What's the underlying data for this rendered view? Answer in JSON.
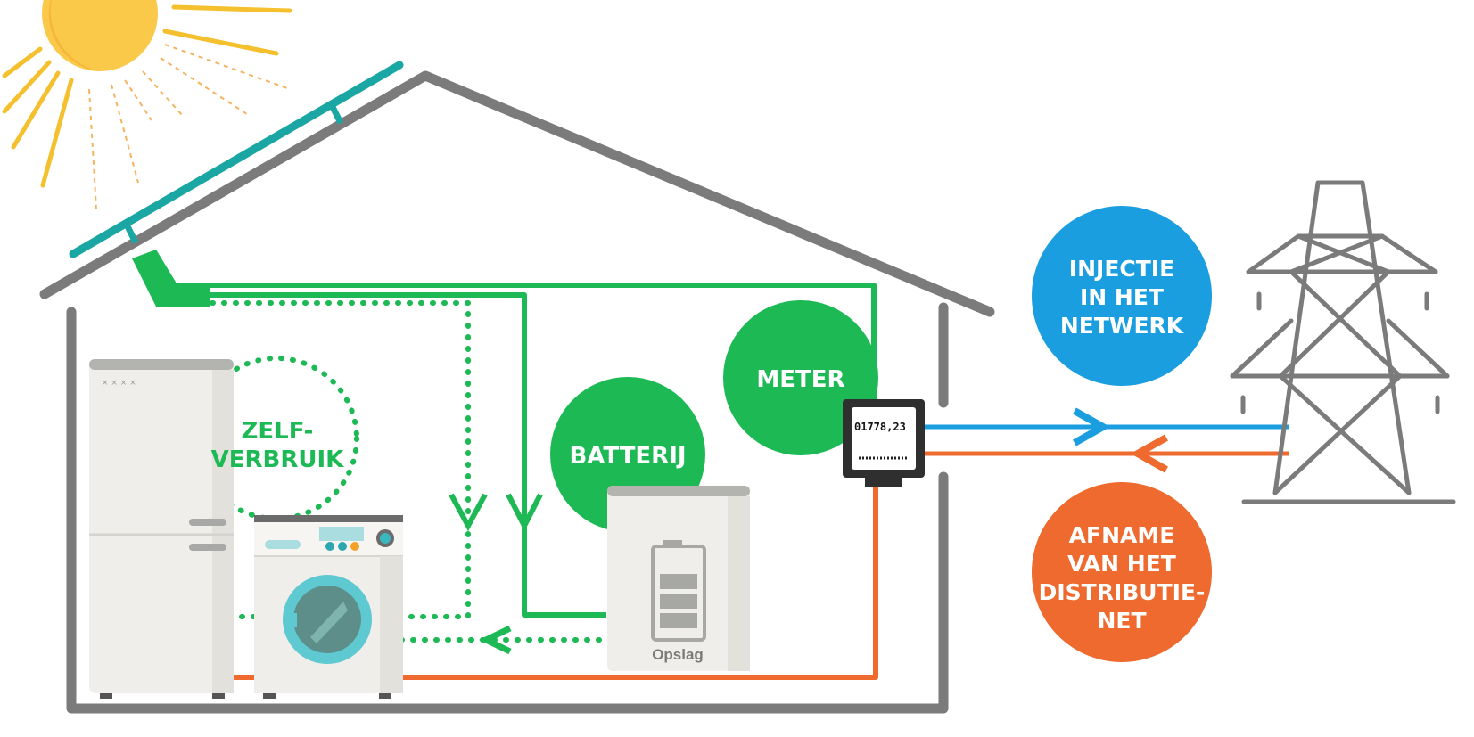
{
  "labels": {
    "zelf_line1": "ZELF-",
    "zelf_line2": "VERBRUIK",
    "batterij": "BATTERIJ",
    "meter": "METER",
    "injectie_line1": "INJECTIE",
    "injectie_line2": "IN HET",
    "injectie_line3": "NETWERK",
    "afname_line1": "AFNAME",
    "afname_line2": "VAN HET",
    "afname_line3": "DISTRIBUTIE-",
    "afname_line4": "NET",
    "opslag": "Opslag",
    "meter_reading": "01778,23"
  },
  "colors": {
    "green": "#1db954",
    "blue": "#1a9ee0",
    "orange": "#ee6a2e",
    "gray": "#7b7b7b",
    "sun": "#fbc94a",
    "teal": "#1aa7a3"
  },
  "icons": [
    "sun-icon",
    "solar-panel-icon",
    "fridge-icon",
    "washing-machine-icon",
    "battery-icon",
    "electricity-meter-icon",
    "power-pylon-icon"
  ]
}
